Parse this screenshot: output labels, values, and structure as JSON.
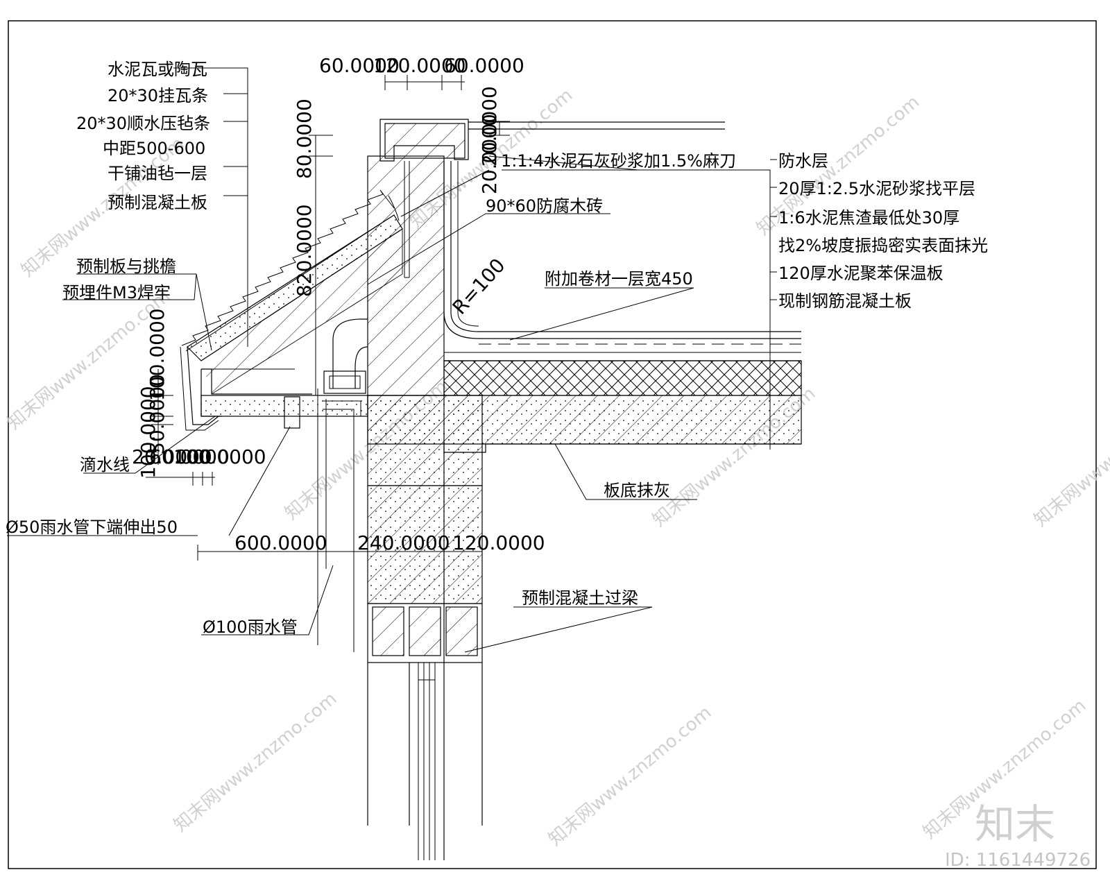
{
  "left_labels": [
    "水泥瓦或陶瓦",
    "20*30挂瓦条",
    "20*30顺水压毡条",
    "中距500-600",
    "干铺油毡一层",
    "预制混凝土板"
  ],
  "right_labels": [
    "防水层",
    "20厚1:2.5水泥砂浆找平层",
    "1:6水泥焦渣最低处30厚",
    "找2%坡度振捣密实表面抹光",
    "120厚水泥聚苯保温板",
    "现制钢筋混凝土板"
  ],
  "callouts": {
    "mortar": "1:1:4水泥石灰砂浆加1.5%麻刀",
    "wood_brick": "90*60防腐木砖",
    "extra_membrane": "附加卷材一层宽450",
    "radius": "R=100",
    "slab_weld_1": "预制板与挑檐",
    "slab_weld_2": "预埋件M3焊牢",
    "drip": "滴水线",
    "pipe_50": "Ø50雨水管下端伸出50",
    "ceiling": "板底抹灰",
    "lintel": "预制混凝土过梁",
    "pipe_100": "Ø100雨水管"
  },
  "dimensions": {
    "top_1": "60.0000",
    "top_2": "120.0000",
    "top_3": "60.0000",
    "v_80": "80.0000",
    "v_820": "820.0000",
    "v_20a": "20.0000",
    "v_20b": "20.0000",
    "v_left": "100.0000",
    "v_left_2": "50.0000",
    "v_left_3": "100.0000",
    "h_small_1": "20.0000",
    "h_small_2": "60.0000",
    "h_small_3": "100.0000",
    "bottom_600": "600.0000",
    "bottom_240": "240.0000",
    "bottom_120": "120.0000"
  },
  "brand": {
    "logo": "知末",
    "id": "ID: 1161449726",
    "watermark": "知末网www.znzmo.com"
  }
}
